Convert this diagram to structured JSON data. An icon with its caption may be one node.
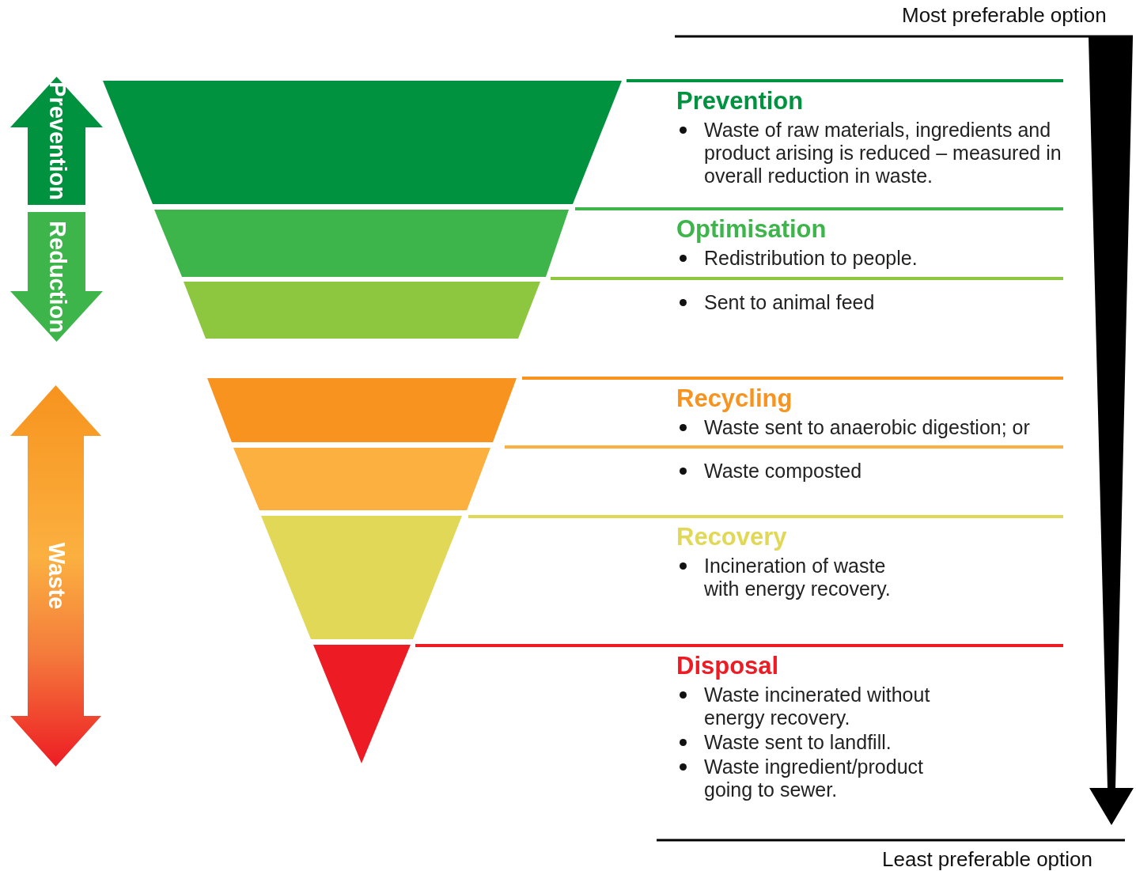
{
  "diagram": {
    "nodes": [
      {
        "text": [
          "Prevention"
        ]
      },
      {
        "text": [
          "Reduction"
        ]
      },
      {
        "text": [
          "Waste"
        ]
      },
      {
        "text": [
          "Prevention",
          "Waste of raw materials, ingredients and product arising is reduced – measured in overall reduction in waste."
        ]
      },
      {
        "text": [
          "Optimisation",
          "Redistribution to people."
        ]
      },
      {
        "text": [
          "Sent to animal feed"
        ]
      },
      {
        "text": [
          "Recycling",
          "Waste sent to anaerobic digestion; or"
        ]
      },
      {
        "text": [
          "Waste composted"
        ]
      },
      {
        "text": [
          "Recovery",
          "Incineration of waste with energy recovery."
        ]
      },
      {
        "text": [
          "Disposal",
          "Waste incinerated without energy recovery.",
          "Waste sent to landfill.",
          "Waste ingredient/product going to sewer."
        ]
      }
    ],
    "edges": [],
    "labels": [
      "Most preferable option",
      "Least preferable option"
    ]
  }
}
